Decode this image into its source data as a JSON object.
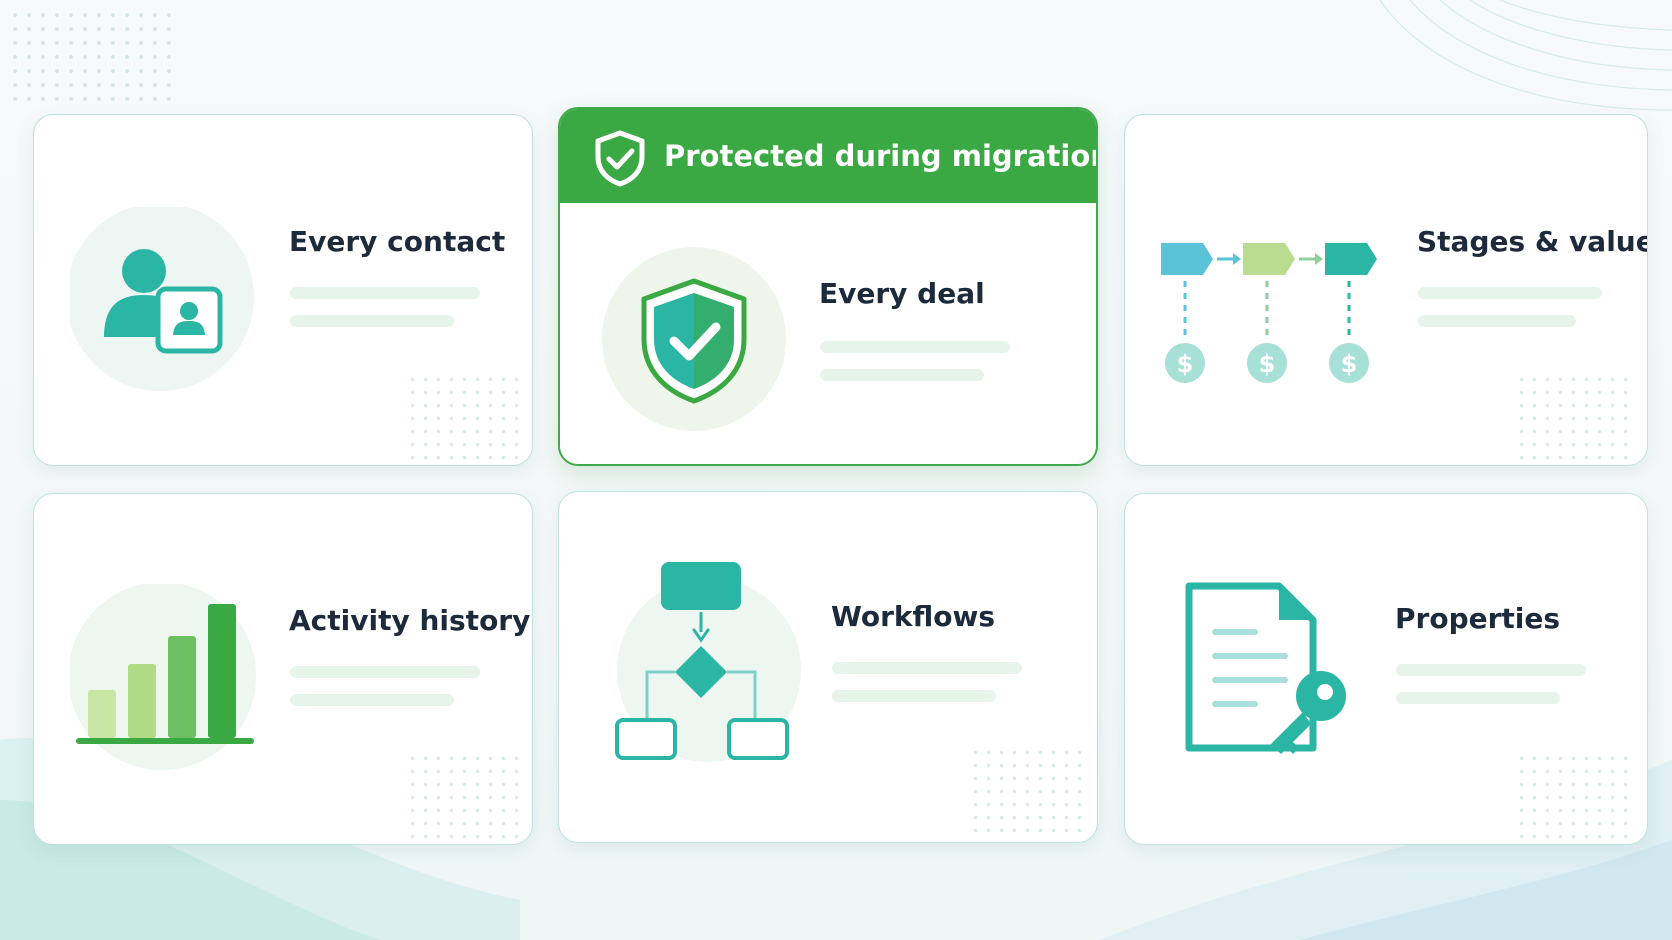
{
  "banner": {
    "text": "Protected during migration",
    "icon": "shield-check-icon"
  },
  "cards": [
    {
      "title": "Every contact",
      "icon": "contact-card-icon"
    },
    {
      "title": "Every deal",
      "icon": "shield-check-icon"
    },
    {
      "title": "Stages & values",
      "icon": "pipeline-stages-icon"
    },
    {
      "title": "Activity history",
      "icon": "bar-chart-icon"
    },
    {
      "title": "Workflows",
      "icon": "workflow-diagram-icon"
    },
    {
      "title": "Properties",
      "icon": "document-key-icon"
    }
  ],
  "colors": {
    "green": "#3aa843",
    "teal": "#2bb5a5",
    "light_green": "#b9dc8e",
    "sky": "#5bc3d8",
    "title_text": "#1d2a3c"
  }
}
